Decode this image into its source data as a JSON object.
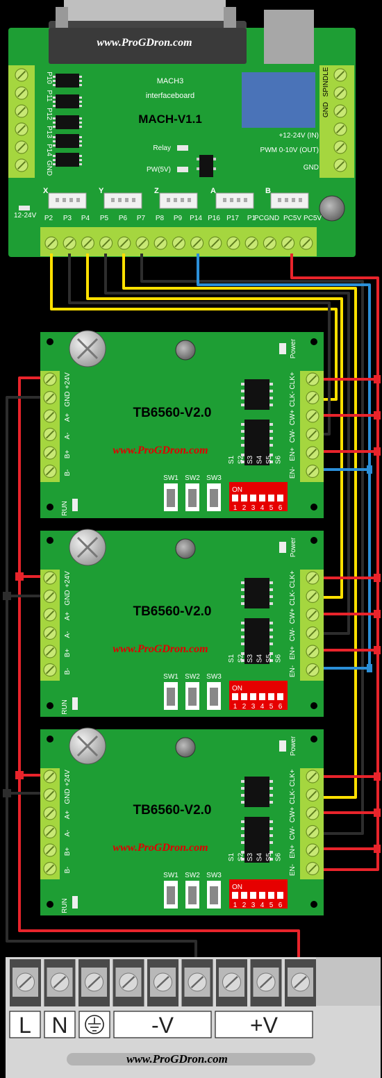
{
  "interface_board": {
    "watermark": "www.ProGDron.com",
    "title_line1": "MACH3",
    "title_line2": "interfaceboard",
    "model": "MACH-V1.1",
    "left_pins": [
      "P10",
      "P11",
      "P12",
      "P13",
      "P14",
      "GND"
    ],
    "right_labels": {
      "spindle": "SPINDLE",
      "gnd_top": "GND",
      "power_in": "+12-24V (IN)",
      "pwm_out": "PWM 0-10V (OUT)",
      "gnd": "GND"
    },
    "relay_label": "Relay",
    "pw_label": "PW(5V)",
    "voltage_label": "12-24V",
    "axes": [
      "X",
      "Y",
      "Z",
      "A",
      "B"
    ],
    "bottom_pins": [
      "P2",
      "P3",
      "P4",
      "P5",
      "P6",
      "P7",
      "P8",
      "P9",
      "P14",
      "P16",
      "P17",
      "P1",
      "PCGND",
      "PC5V",
      "PC5V"
    ]
  },
  "drivers": [
    {
      "title": "TB6560-V2.0",
      "watermark": "www.ProGDron.com"
    },
    {
      "title": "TB6560-V2.0",
      "watermark": "www.ProGDron.com"
    },
    {
      "title": "TB6560-V2.0",
      "watermark": "www.ProGDron.com"
    }
  ],
  "driver_labels": {
    "left_pins": [
      "+24V",
      "GND",
      "A+",
      "A-",
      "B+",
      "B-"
    ],
    "right_pins": [
      "CLK+",
      "CLK-",
      "CW+",
      "CW-",
      "EN+",
      "EN-"
    ],
    "power": "Power",
    "run": "RUN",
    "switches": [
      "SW1",
      "SW2",
      "SW3"
    ],
    "dip_labels": [
      "S1",
      "S2",
      "S3",
      "S4",
      "S5",
      "S6"
    ],
    "dip_on": "ON",
    "dip_numbers": [
      "1",
      "2",
      "3",
      "4",
      "5",
      "6"
    ]
  },
  "psu": {
    "labels": [
      "L",
      "N",
      "-V",
      "+V"
    ],
    "ground_icon": "ground-symbol-icon",
    "watermark": "www.ProGDron.com"
  },
  "colors": {
    "board_green": "#1e9e34",
    "terminal_green": "#a5d63f",
    "wire_red": "#e8242b",
    "wire_yellow": "#ffe000",
    "wire_blue": "#2b8fd8",
    "wire_black": "#2d2d2d",
    "dip_red": "#e60000"
  }
}
